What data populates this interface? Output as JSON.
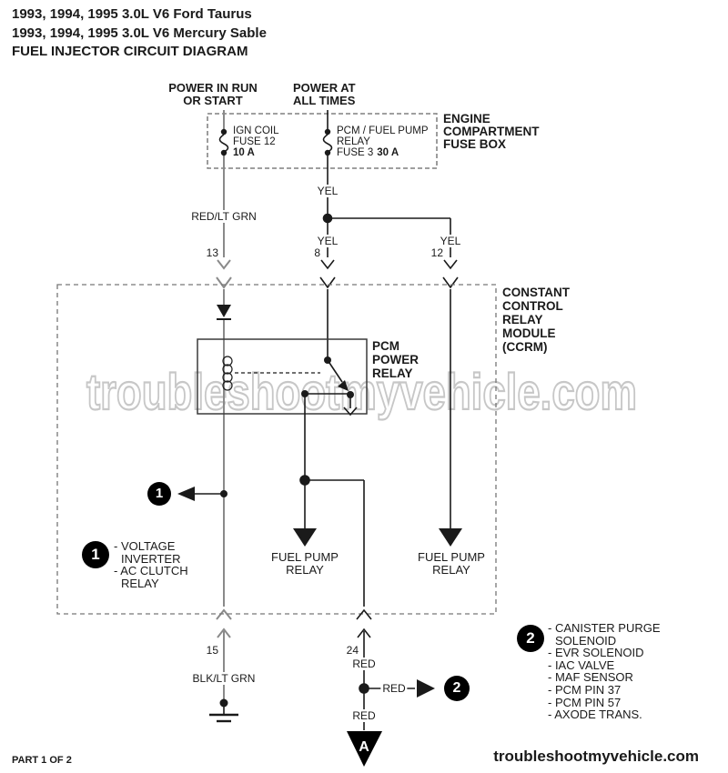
{
  "title": {
    "line1": "1993, 1994, 1995 3.0L V6 Ford Taurus",
    "line2": "1993, 1994, 1995 3.0L V6 Mercury Sable",
    "line3": "FUEL INJECTOR CIRCUIT DIAGRAM"
  },
  "power_left": {
    "line1": "POWER IN RUN",
    "line2": "OR START"
  },
  "power_right": {
    "line1": "POWER AT",
    "line2": "ALL TIMES"
  },
  "fuse_box": {
    "name_line1": "ENGINE",
    "name_line2": "COMPARTMENT",
    "name_line3": "FUSE BOX",
    "fuse1": {
      "line1": "IGN COIL",
      "line2": "FUSE 12",
      "amp": "10 A"
    },
    "fuse2": {
      "line1": "PCM / FUEL PUMP",
      "line2": "RELAY",
      "line3": "FUSE 3",
      "amp": "30 A"
    }
  },
  "wire_labels": {
    "red_lt_grn": "RED/LT GRN",
    "yel": "YEL",
    "blk_lt_grn": "BLK/LT GRN",
    "red": "RED",
    "pin13": "13",
    "pin8": "8",
    "pin12": "12",
    "pin15": "15",
    "pin24": "24"
  },
  "ccrm": {
    "line1": "CONSTANT",
    "line2": "CONTROL",
    "line3": "RELAY",
    "line4": "MODULE",
    "line5": "(CCRM)"
  },
  "pcm_relay": {
    "line1": "PCM",
    "line2": "POWER",
    "line3": "RELAY"
  },
  "fuel_pump_relay": {
    "line1": "FUEL PUMP",
    "line2": "RELAY"
  },
  "note1": {
    "num": "1",
    "items": [
      "- VOLTAGE",
      "INVERTER",
      "- AC CLUTCH",
      "RELAY"
    ]
  },
  "note2": {
    "num": "2",
    "items": [
      "- CANISTER PURGE",
      "SOLENOID",
      "- EVR SOLENOID",
      "- IAC VALVE",
      "- MAF SENSOR",
      "- PCM PIN 37",
      "- PCM PIN 57",
      "- AXODE TRANS."
    ]
  },
  "connector_a": "A",
  "footer": {
    "part": "PART 1 OF 2",
    "site": "troubleshootmyvehicle.com"
  },
  "watermark": "troubleshootmyvehicle.com",
  "colors": {
    "wire_gray": "#8a8a8a",
    "line_black": "#1a1a1a",
    "watermark_gray": "#c7c7c7"
  }
}
